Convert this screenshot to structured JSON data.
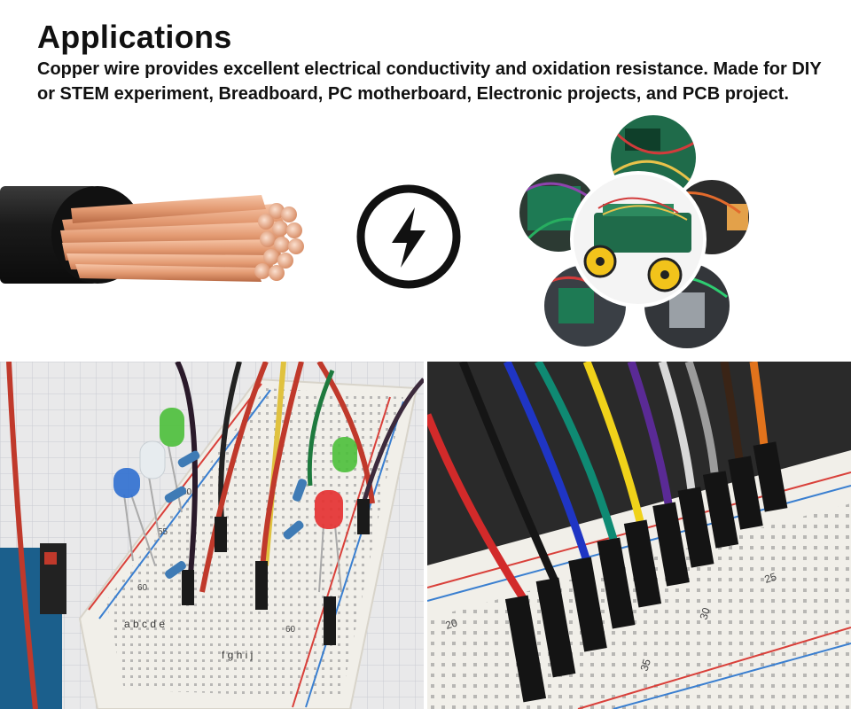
{
  "header": {
    "title": "Applications",
    "description": "Copper wire provides excellent electrical conductivity and oxidation resistance. Made for DIY or STEM experiment, Breadboard, PC motherboard, Electronic projects, and PCB project."
  },
  "icons": {
    "lightning": "lightning-bolt-icon"
  },
  "left_breadboard": {
    "column_letters_1": "a b c d e",
    "column_letters_2": "f g h i j",
    "row_60": "60",
    "row_55": "55",
    "row_50": "50",
    "row_60b": "60"
  },
  "right_breadboard": {
    "row_20": "20",
    "row_25": "25",
    "row_30": "30",
    "row_35": "35"
  },
  "colors": {
    "copper": "#e39a72",
    "cable_black": "#1c1c1c",
    "breadboard": "#f1efe9",
    "rail_red": "#d9403a",
    "rail_blue": "#3a7fd0"
  }
}
